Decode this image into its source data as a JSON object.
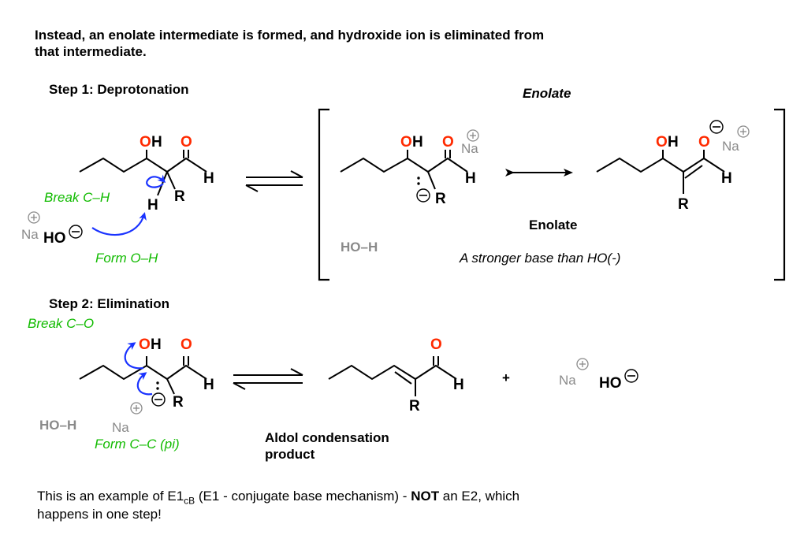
{
  "colors": {
    "oxygen_red": "#ff2a00",
    "arrow_blue": "#1a33ff",
    "green_label": "#11bb00",
    "grey": "#8a8a8a",
    "black": "#000000"
  },
  "intro": {
    "line1": "Instead, an enolate intermediate is formed, and hydroxide ion is eliminated from",
    "line2": "that intermediate."
  },
  "step1": {
    "title": "Step 1: Deprotonation",
    "break_label": "Break C–H",
    "form_label": "Form O–H",
    "na": "Na",
    "ho": "HO",
    "oh_o": "O",
    "oh_h": "H",
    "carbonyl_o": "O",
    "aldehyde_h": "H",
    "alpha_h": "H",
    "r": "R"
  },
  "enolate_box": {
    "header": "Enolate",
    "center_label": "Enolate",
    "note": "A stronger base than HO(-)",
    "ho_h": "HO–H",
    "left": {
      "oh_o": "O",
      "oh_h": "H",
      "carbonyl_o": "O",
      "aldehyde_h": "H",
      "r": "R",
      "na": "Na"
    },
    "right": {
      "oh_o": "O",
      "oh_h": "H",
      "enolate_o": "O",
      "aldehyde_h": "H",
      "r": "R",
      "na": "Na"
    }
  },
  "step2": {
    "title": "Step 2: Elimination",
    "break_label": "Break C–O",
    "form_label": "Form C–C (pi)",
    "ho_h": "HO–H",
    "na": "Na",
    "oh_o": "O",
    "oh_h": "H",
    "carbonyl_o": "O",
    "aldehyde_h": "H",
    "r": "R",
    "product": {
      "carbonyl_o": "O",
      "aldehyde_h": "H",
      "r": "R"
    },
    "product_label_line1": "Aldol condensation",
    "product_label_line2": "product",
    "plus": "+",
    "na2": "Na",
    "ho2": "HO"
  },
  "footer": {
    "prefix": "This is an example of E1",
    "subscript": "cB",
    "middle": " (E1 - conjugate base mechanism) - ",
    "bold": "NOT",
    "suffix": " an E2, which",
    "line2": "happens in one step!"
  }
}
